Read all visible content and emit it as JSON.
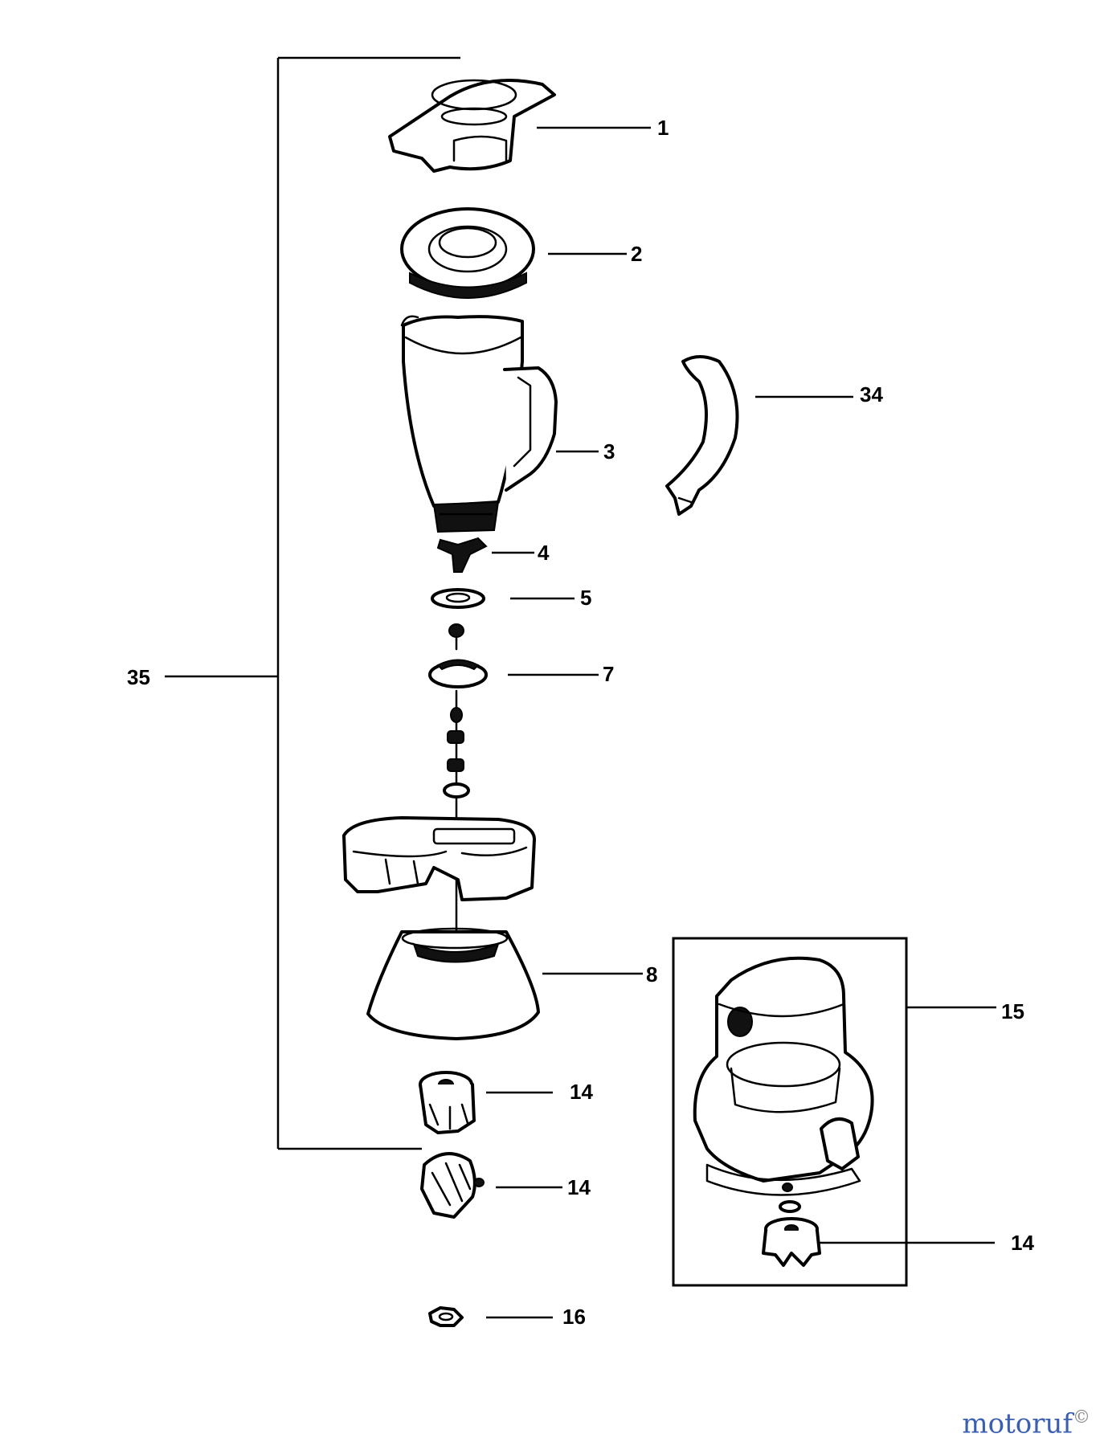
{
  "callouts": {
    "c1": "1",
    "c2": "2",
    "c3": "3",
    "c4": "4",
    "c5": "5",
    "c7": "7",
    "c8": "8",
    "c14a": "14",
    "c14b": "14",
    "c14c": "14",
    "c15": "15",
    "c16": "16",
    "c34": "34",
    "c35": "35"
  },
  "watermark": {
    "text": "motoruf"
  },
  "colors": {
    "line": "#000000",
    "background": "#ffffff"
  }
}
